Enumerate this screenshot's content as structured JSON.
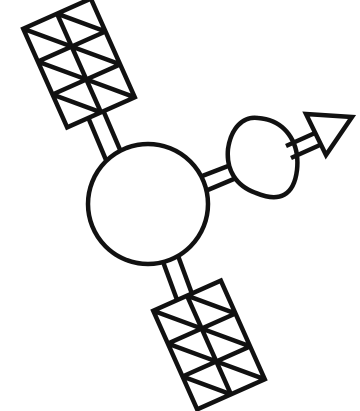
{
  "illustration": {
    "subject": "satellite",
    "colors": {
      "stroke": "#111111",
      "fill": "#ffffff",
      "background": "#ffffff"
    },
    "parts": [
      "satellite-body",
      "upper-solar-panel",
      "lower-solar-panel",
      "antenna-dish",
      "antenna-pointer"
    ]
  }
}
